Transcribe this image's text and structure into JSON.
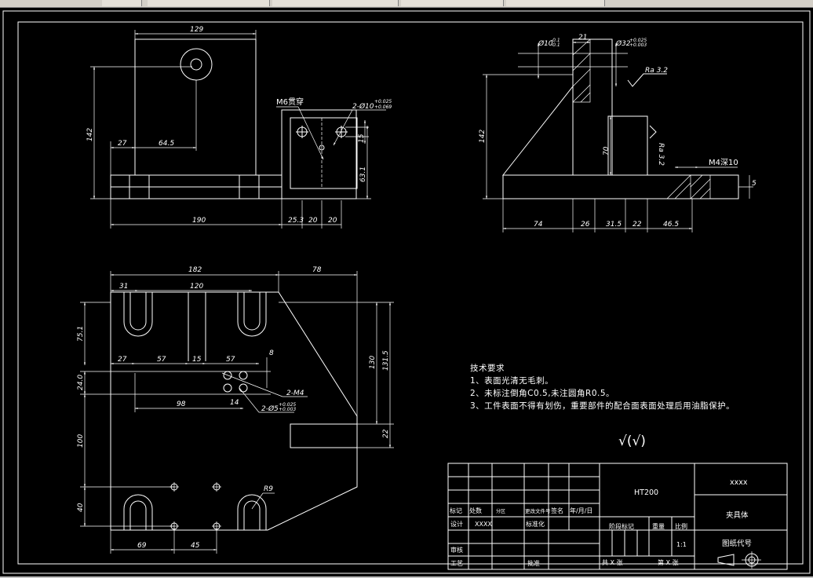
{
  "tabs": [
    "",
    "",
    "",
    ""
  ],
  "views": {
    "front": {
      "dims": [
        "129",
        "142",
        "27",
        "64.5",
        "190"
      ],
      "note_through": "M6贯穿"
    },
    "side": {
      "hole_callout": "2-Ø10",
      "hole_tol_upper": "+0.025",
      "hole_tol_lower": "+0.069",
      "dims": [
        "15",
        "63.1",
        "25.3",
        "20",
        "20"
      ]
    },
    "right": {
      "dia_a": "Ø10",
      "dia_a_tol": "-0.1",
      "dia_a_tol2": "-0.1",
      "dia_b": "Ø32",
      "dia_b_tol": "+0.025",
      "dia_b_tol2": "+0.003",
      "dims": [
        "21",
        "142",
        "70",
        "74",
        "26",
        "31.5",
        "22",
        "46.5",
        "5"
      ],
      "roughness_1": "Ra 3.2",
      "roughness_2": "Ra 3.2",
      "thread_note": "M4深10"
    },
    "top": {
      "dims": [
        "182",
        "78",
        "31",
        "120",
        "75.1",
        "27",
        "57",
        "15",
        "57",
        "8",
        "24.0",
        "98",
        "14",
        "130",
        "131.5",
        "100",
        "22",
        "40",
        "69",
        "45"
      ],
      "thread_callout": "2-M4",
      "pin_callout": "2-Ø5",
      "pin_tol": "+0.025",
      "pin_tol2": "+0.003",
      "radius": "R9"
    }
  },
  "requirements": {
    "title": "技术要求",
    "items": [
      "1、表面光清无毛刺。",
      "2、未标注倒角C0.5,未注圆角R0.5。",
      "3、工件表面不得有划伤，重要部件的配合面表面处理后用油脂保护。"
    ]
  },
  "roughness_symbol": "√(√)",
  "title_block": {
    "material": "HT200",
    "company": "xxxx",
    "part_name": "夹具体",
    "drawing_no_label": "图纸代号",
    "row_labels": [
      "标记",
      "处数",
      "分区",
      "更改文件号",
      "签名",
      "年/月/日"
    ],
    "design_label": "设计",
    "designer": "XXXX",
    "standardization_label": "标准化",
    "stage_label": "阶段标记",
    "weight_label": "重量",
    "scale_label": "比例",
    "scale_value": "1:1",
    "review_label": "审核",
    "process_label": "工艺",
    "approve_label": "批准",
    "sheets_total": "共 X 张",
    "sheet_no": "第 X 张"
  }
}
